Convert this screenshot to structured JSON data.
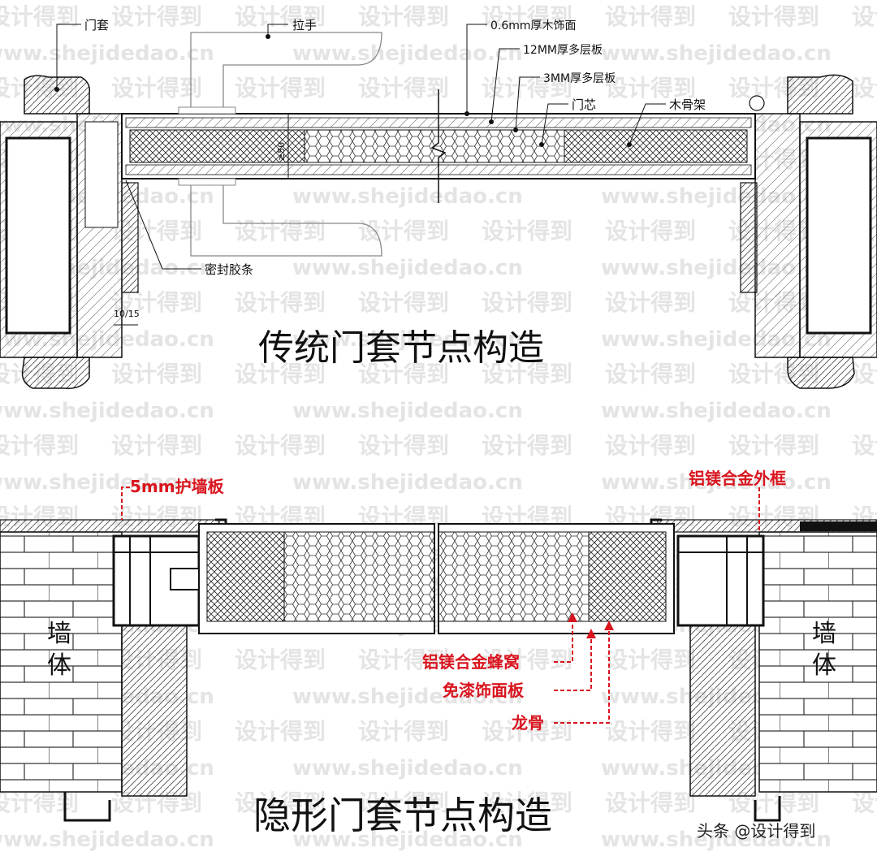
{
  "watermark": {
    "cn": "设计得到",
    "url": "www.shejidedao.cn"
  },
  "top_diagram": {
    "title": "传统门套节点构造",
    "labels": {
      "door_casing": "门套",
      "handle": "拉手",
      "veneer": "0.6mm厚木饰面",
      "plywood12": "12MM厚多层板",
      "plywood3": "3MM厚多层板",
      "door_core": "门芯",
      "wood_frame": "木骨架",
      "seal_strip": "密封胶条",
      "gap": "10/15",
      "thickness": "≥50"
    }
  },
  "bottom_diagram": {
    "title": "隐形门套节点构造",
    "labels": {
      "wall_panel": "5mm护墙板",
      "alloy_frame": "铝镁合金外框",
      "honeycomb": "铝镁合金蜂窝",
      "face_panel": "免漆饰面板",
      "keel": "龙骨",
      "wall_left": "墙体",
      "wall_right": "墙体"
    }
  },
  "footer": {
    "credit": "头条 @设计得到"
  },
  "colors": {
    "line": "#111111",
    "annotation_red": "#d9141e",
    "watermark": "#e4e4e4"
  }
}
